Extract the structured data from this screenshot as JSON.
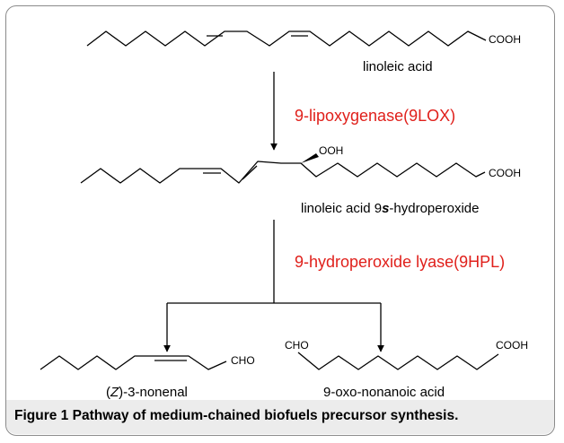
{
  "colors": {
    "enzyme": "#e0201b",
    "line": "#000000",
    "border": "#8a8a8a",
    "caption_bg": "#ececec"
  },
  "molecules": {
    "linoleic_acid": {
      "name": "linoleic acid",
      "group": "COOH"
    },
    "hydroperoxide": {
      "name_prefix": "linoleic acid 9",
      "name_italic": "s",
      "name_suffix": "-hydroperoxide",
      "group_top": "OOH",
      "group_right": "COOH"
    },
    "nonenal": {
      "name_open": "(",
      "name_italic": "Z",
      "name_rest": ")-3-nonenal",
      "group": "CHO"
    },
    "oxo_acid": {
      "name": "9-oxo-nonanoic acid",
      "group_left": "CHO",
      "group_right": "COOH"
    }
  },
  "enzymes": {
    "lox": "9-lipoxygenase(9LOX)",
    "hpl": "9-hydroperoxide lyase(9HPL)"
  },
  "caption": {
    "label": "Figure 1",
    "text": "Pathway of medium-chained biofuels precursor synthesis."
  }
}
